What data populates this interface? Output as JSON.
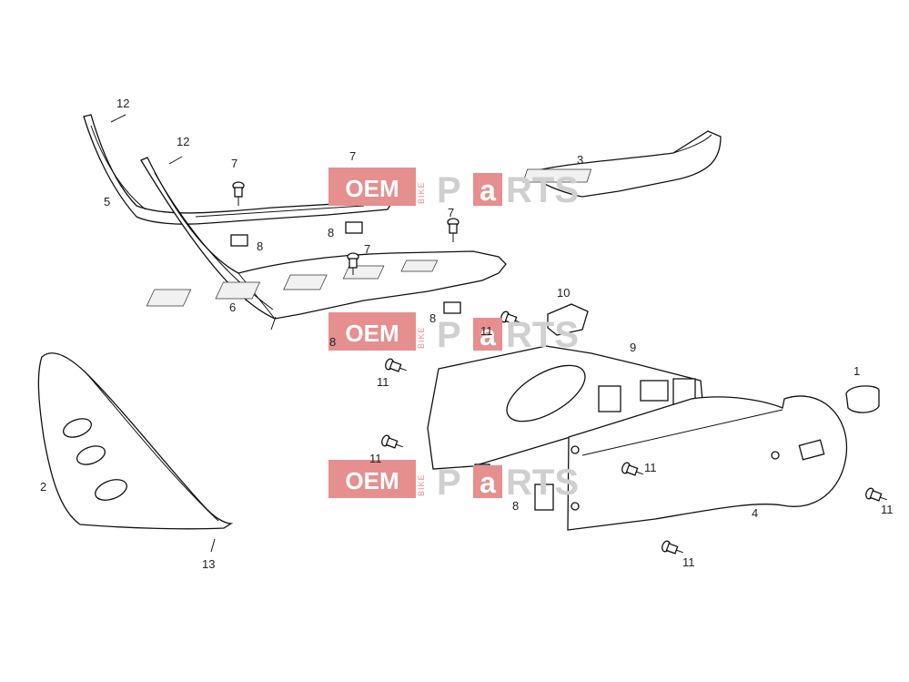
{
  "diagram": {
    "callouts": [
      "1",
      "2",
      "3",
      "4",
      "5",
      "6",
      "7",
      "8",
      "9",
      "10",
      "11",
      "12",
      "13"
    ],
    "labels": [
      {
        "id": "l12a",
        "text": "12"
      },
      {
        "id": "l12b",
        "text": "12"
      },
      {
        "id": "l5",
        "text": "5"
      },
      {
        "id": "l7a",
        "text": "7"
      },
      {
        "id": "l7b",
        "text": "7"
      },
      {
        "id": "l7c",
        "text": "7"
      },
      {
        "id": "l7d",
        "text": "7"
      },
      {
        "id": "l8a",
        "text": "8"
      },
      {
        "id": "l8b",
        "text": "8"
      },
      {
        "id": "l8c",
        "text": "8"
      },
      {
        "id": "l8d",
        "text": "8"
      },
      {
        "id": "l8e",
        "text": "8"
      },
      {
        "id": "l3",
        "text": "3"
      },
      {
        "id": "l6",
        "text": "6"
      },
      {
        "id": "l10",
        "text": "10"
      },
      {
        "id": "l11a",
        "text": "11"
      },
      {
        "id": "l11b",
        "text": "11"
      },
      {
        "id": "l11c",
        "text": "11"
      },
      {
        "id": "l11d",
        "text": "11"
      },
      {
        "id": "l11e",
        "text": "11"
      },
      {
        "id": "l11f",
        "text": "11"
      },
      {
        "id": "l9",
        "text": "9"
      },
      {
        "id": "l1",
        "text": "1"
      },
      {
        "id": "l2",
        "text": "2"
      },
      {
        "id": "l4",
        "text": "4"
      },
      {
        "id": "l13",
        "text": "13"
      }
    ]
  },
  "watermark": {
    "oem": "OEM",
    "bike": "BIKE",
    "parts_p": "P",
    "parts_a": "a",
    "parts_rest": "RTS",
    "colors": {
      "accent": "#e58f8f",
      "grey": "#cfcfcf"
    }
  }
}
